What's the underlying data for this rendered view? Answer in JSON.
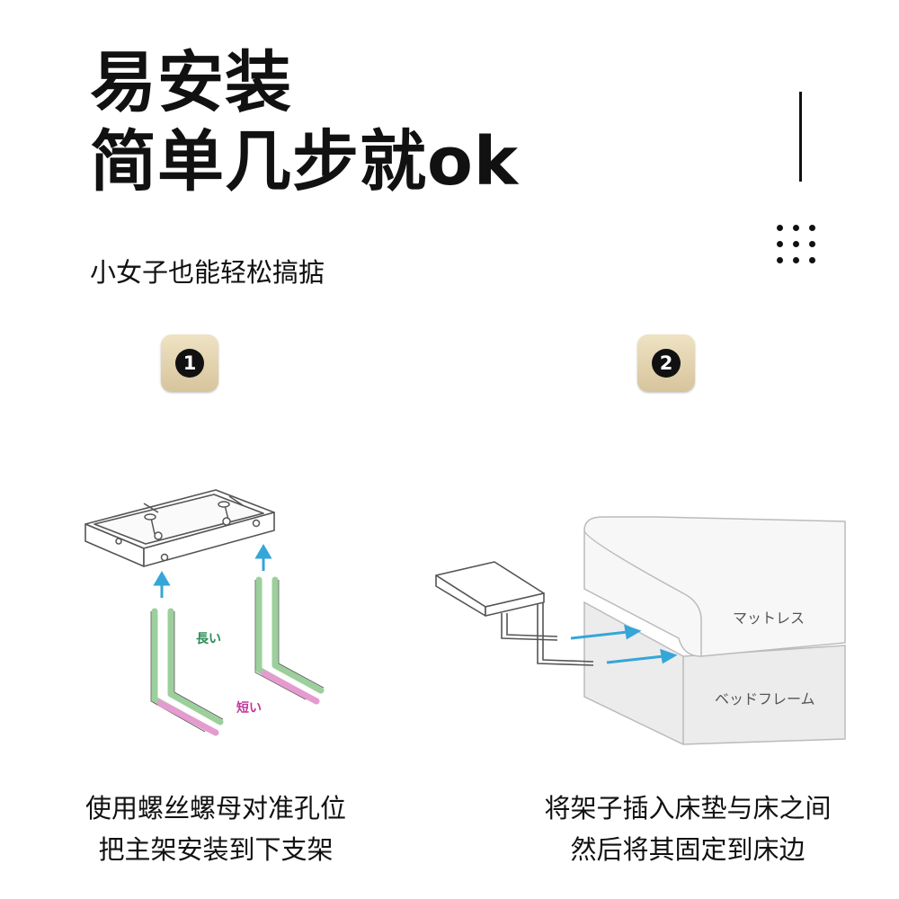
{
  "title": {
    "line1": "易安装",
    "line2": "简单几步就ok"
  },
  "subtitle": "小女子也能轻松搞掂",
  "steps": [
    {
      "number": "1",
      "label_long": "長い",
      "label_short": "短い",
      "caption_line1": "使用螺丝螺母对准孔位",
      "caption_line2": "把主架安装到下支架"
    },
    {
      "number": "2",
      "label_mattress": "マットレス",
      "label_frame": "ベッドフレーム",
      "caption_line1": "将架子插入床垫与床之间",
      "caption_line2": "然后将其固定到床边"
    }
  ],
  "colors": {
    "badge": "#e3d4ae",
    "arrow": "#35a6d8",
    "long_bracket": "#9ccf9c",
    "short_bracket": "#e59bd0",
    "long_text": "#2e8b57",
    "short_text": "#c0399c"
  },
  "icons": {
    "menu": "grid-dots-icon"
  }
}
